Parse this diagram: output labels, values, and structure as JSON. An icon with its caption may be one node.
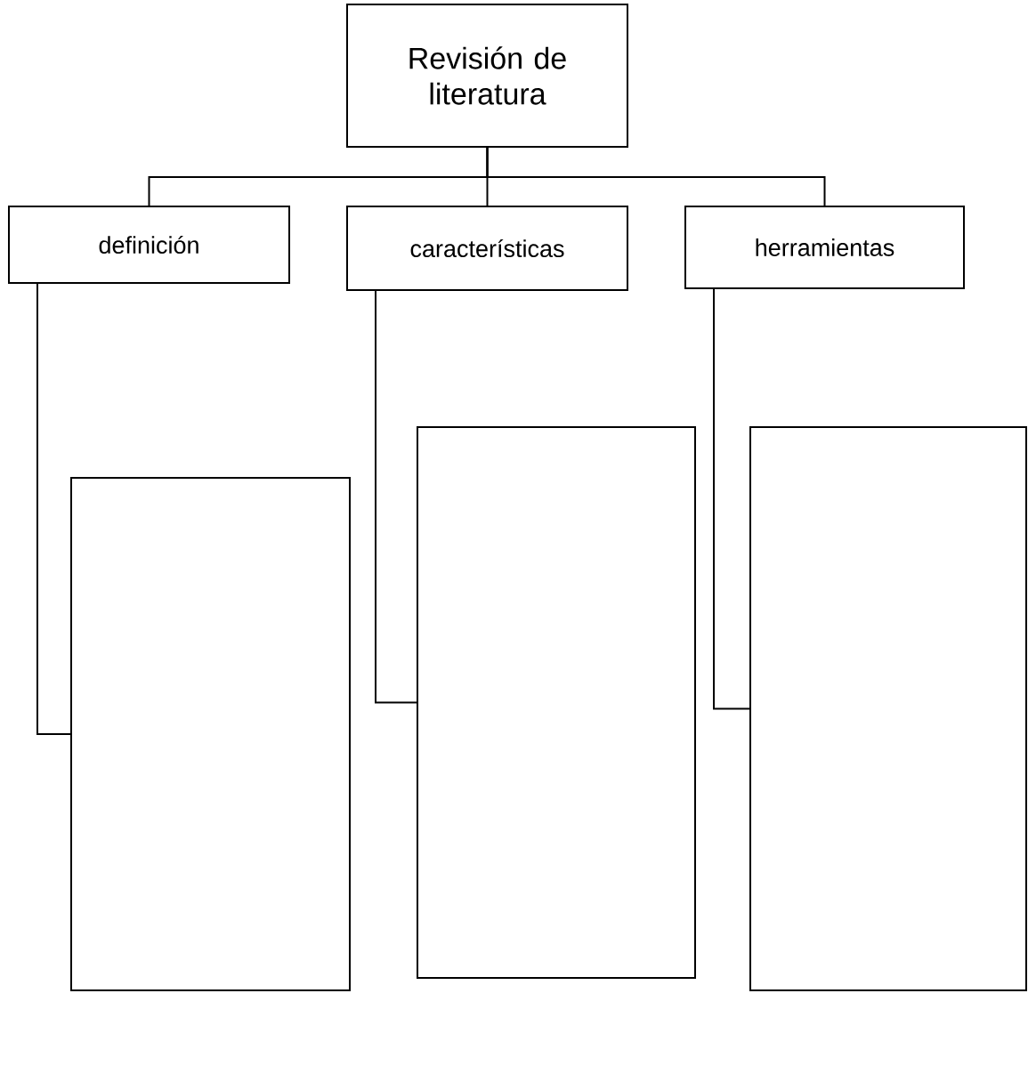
{
  "diagram": {
    "nodes": [
      {
        "text": [
          "Revisión de literatura"
        ]
      },
      {
        "text": [
          "definición"
        ]
      },
      {
        "text": [
          "características"
        ]
      },
      {
        "text": [
          "herramientas"
        ]
      },
      {
        "text": [],
        "shape": "box"
      },
      {
        "text": [],
        "shape": "box"
      },
      {
        "text": [],
        "shape": "box"
      }
    ],
    "edges": [
      {
        "from": 0,
        "to": 1,
        "arrow": "none"
      },
      {
        "from": 0,
        "to": 2,
        "arrow": "none"
      },
      {
        "from": 0,
        "to": 3,
        "arrow": "none"
      },
      {
        "from": 1,
        "to": 4,
        "arrow": "none"
      },
      {
        "from": 2,
        "to": 5,
        "arrow": "none"
      },
      {
        "from": 3,
        "to": 6,
        "arrow": "none"
      }
    ]
  }
}
